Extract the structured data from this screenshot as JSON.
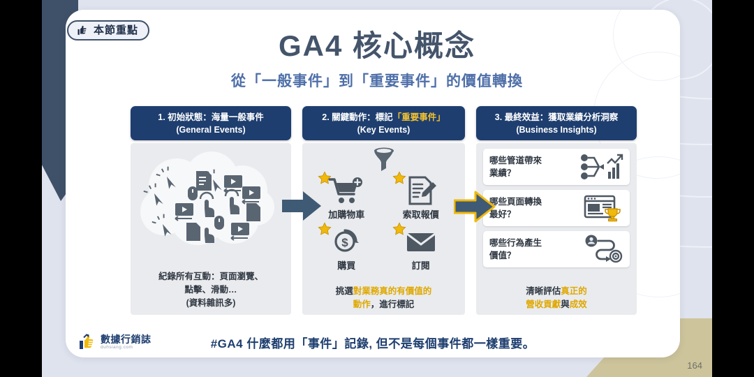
{
  "badge": {
    "label": "本節重點",
    "icon": "thumbs-up-icon"
  },
  "header": {
    "title": "GA4 核心概念",
    "subtitle": "從「一般事件」到「重要事件」的價值轉換"
  },
  "panels": [
    {
      "index": "1.",
      "head_zh_prefix": "1. 初始狀態：海量一般事件",
      "head_en": "(General Events)",
      "caption": "紀錄所有互動：頁面瀏覽、\n點擊、滑動…\n(資料雜訊多)",
      "caption_lines": [
        "紀錄所有互動：頁面瀏覽、",
        "點擊、滑動…",
        "(資料雜訊多)"
      ],
      "cloud_icons": [
        "cursor-click-icon",
        "document-icon",
        "video-icon",
        "mouse-icon",
        "tap-icon"
      ]
    },
    {
      "index": "2.",
      "head_zh_prefix": "2. 關鍵動作：標記",
      "head_zh_highlight": "「重要事件」",
      "head_en": "(Key Events)",
      "funnel_icon": "funnel-icon",
      "items": [
        {
          "label": "加購物車",
          "icon": "cart-plus-icon"
        },
        {
          "label": "索取報價",
          "icon": "quote-document-icon"
        },
        {
          "label": "購買",
          "icon": "dollar-cycle-icon"
        },
        {
          "label": "訂閱",
          "icon": "envelope-icon"
        }
      ],
      "caption_pre": "挑選",
      "caption_highlight": "對業務真的有價值的\n動作",
      "caption_post": "，進行標記",
      "caption_line1_pre": "挑選",
      "caption_line1_gold": "對業務真的有價值的",
      "caption_line2_gold": "動作",
      "caption_line2_post": "，進行標記"
    },
    {
      "index": "3.",
      "head_zh_prefix": "3. 最終效益：獲取業績分析洞察",
      "head_en": "(Business Insights)",
      "cards": [
        {
          "line1": "哪些管道帶來",
          "line2": "業績？",
          "icon": "channels-chart-icon"
        },
        {
          "line1": "哪些頁面轉換",
          "line2": "最好？",
          "icon": "page-trophy-icon"
        },
        {
          "line1": "哪些行為產生",
          "line2": "價值？",
          "icon": "user-path-target-icon"
        }
      ],
      "caption_pre": "清晰評估",
      "caption_gold1": "真正的",
      "caption_gold2": "營收貢獻",
      "caption_mid": "與",
      "caption_gold3": "成效"
    }
  ],
  "arrows": [
    {
      "name": "arrow-step-1-to-2",
      "style": "plain"
    },
    {
      "name": "arrow-step-2-to-3",
      "style": "gold-outline"
    }
  ],
  "footer": {
    "logo_name": "數據行銷誌",
    "logo_url": "duhsiang.com",
    "text": "#GA4 什麼都用「事件」記錄, 但不是每個事件都一樣重要。"
  },
  "page_number": "164",
  "colors": {
    "navy": "#1e3e6f",
    "slate": "#3f5169",
    "gold": "#e0a800",
    "gold_light": "#f2c230",
    "panel_bg": "#e9ebee",
    "slide_bg": "#dfe3ee",
    "tan": "#cdc49b",
    "title": "#44546b",
    "subtitle": "#4e6fa8"
  }
}
